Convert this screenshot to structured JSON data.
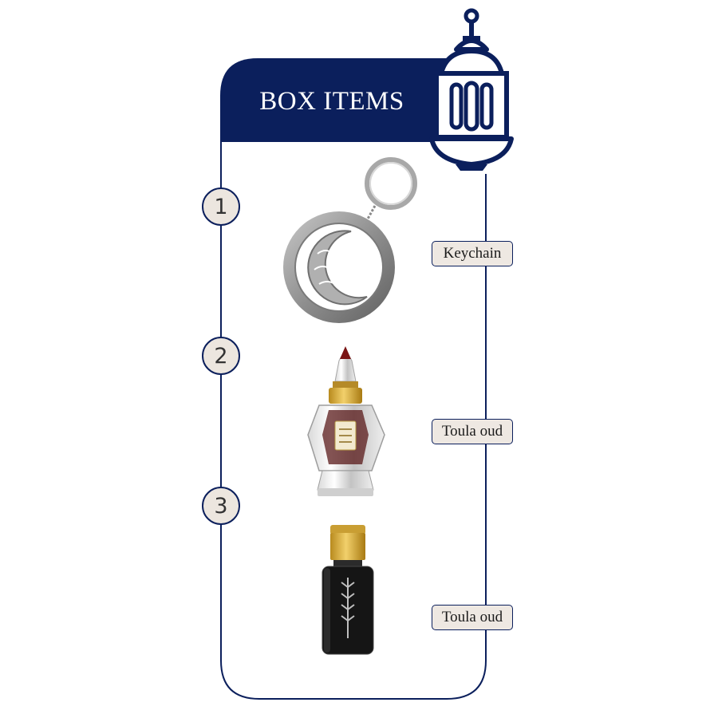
{
  "header": {
    "title": "BOX ITEMS"
  },
  "colors": {
    "navy": "#0b1f5c",
    "badge_bg": "#ece6df",
    "label_bg": "#eee8e2"
  },
  "icons": {
    "header": "lantern-icon"
  },
  "items": [
    {
      "number": "1",
      "label": "Keychain",
      "image": "crescent-keychain-image"
    },
    {
      "number": "2",
      "label": "Toula oud",
      "image": "crystal-perfume-bottle-image"
    },
    {
      "number": "3",
      "label": "Toula oud",
      "image": "black-oud-oil-bottle-image"
    }
  ]
}
